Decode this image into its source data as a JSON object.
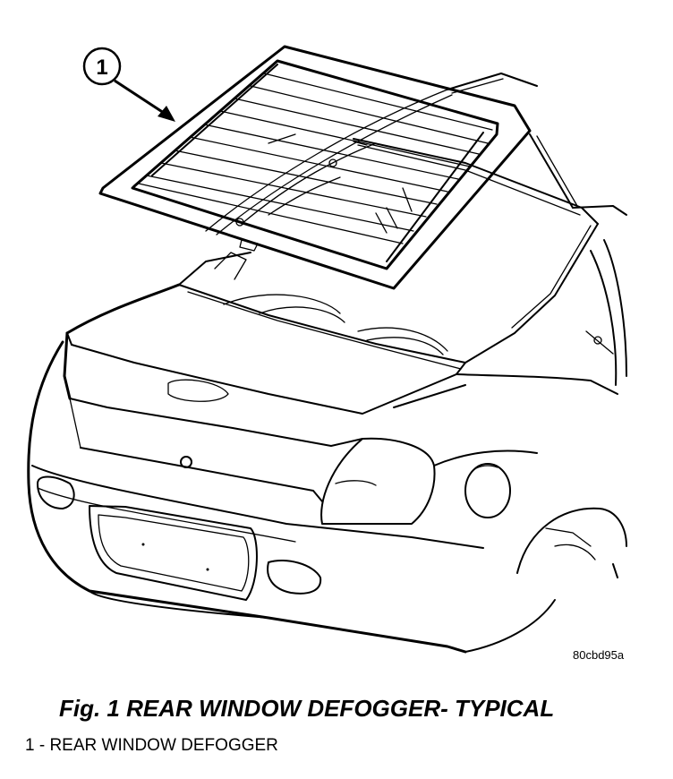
{
  "figure": {
    "callout_number": "1",
    "illustration_code": "80cbd95a",
    "caption": "Fig. 1 REAR WINDOW DEFOGGER- TYPICAL",
    "legend": [
      {
        "text": "1 - REAR WINDOW DEFOGGER"
      }
    ]
  }
}
